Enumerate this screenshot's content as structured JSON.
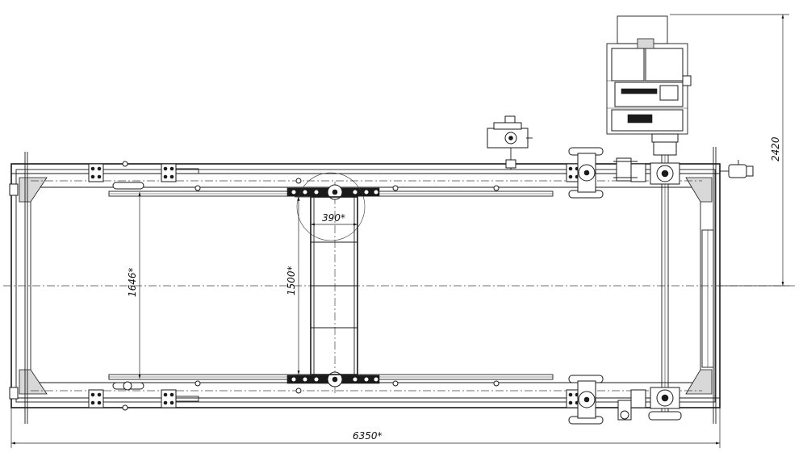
{
  "dimensions": {
    "overall_length": "6350*",
    "overall_height": "2420",
    "track_gauge": "1646*",
    "belt_length": "1500*",
    "belt_width": "390*"
  },
  "colors": {
    "ink": "#1a1a1a",
    "paper": "#ffffff"
  }
}
